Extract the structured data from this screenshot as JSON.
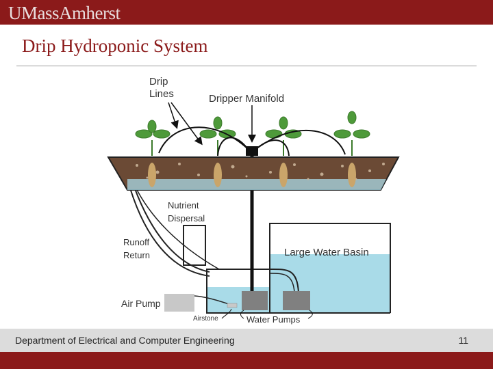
{
  "header": {
    "logo_text": "UMassAmherst"
  },
  "slide": {
    "title": "Drip Hydroponic System",
    "page_number": "11"
  },
  "diagram": {
    "labels": {
      "drip_lines_1": "Drip",
      "drip_lines_2": "Lines",
      "dripper_manifold": "Dripper Manifold",
      "nutrient_1": "Nutrient",
      "nutrient_2": "Dispersal",
      "runoff_1": "Runoff",
      "runoff_2": "Return",
      "large_water_basin": "Large Water Basin",
      "air_pump": "Air Pump",
      "airstone": "Airstone",
      "water_pumps": "Water Pumps"
    },
    "colors": {
      "water": "#a9dbe8",
      "soil": "#6b4a35",
      "leaf": "#4e9a3a",
      "pump": "#808080",
      "air_pump": "#c8c8c8"
    }
  },
  "footer": {
    "department": "Department of Electrical and Computer Engineering"
  },
  "colors": {
    "brand": "#8b1a1a",
    "footer_bg": "#dcdcdc"
  }
}
